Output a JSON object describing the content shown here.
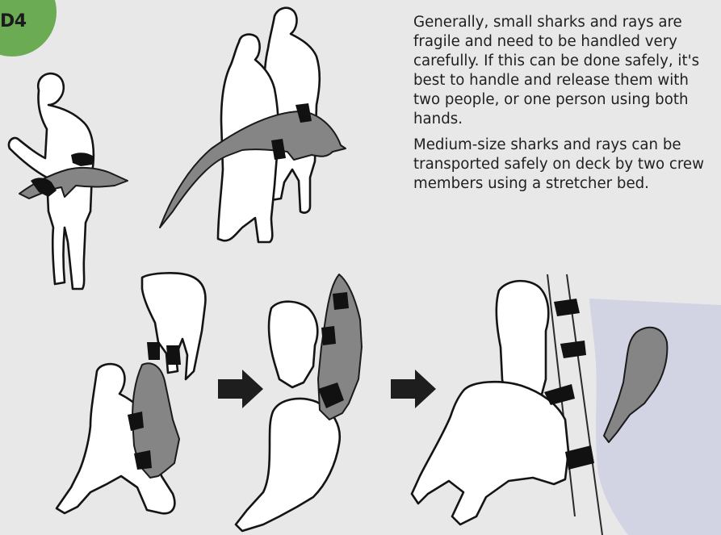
{
  "badge": {
    "label": "D4",
    "color": "#6aab54"
  },
  "text": {
    "paragraph1": [
      "Generally, small sharks and rays are",
      "fragile and need to be handled very",
      "carefully.  If this can be done safely, it's",
      "best to handle and release them with",
      "two people, or one person using both",
      "hands."
    ],
    "paragraph2": [
      "Medium-size sharks and rays can be",
      "transported safely on deck by two crew",
      "members using a stretcher bed."
    ]
  },
  "colors": {
    "background": "#e9e8e9",
    "water": "#d2d4e4",
    "shark": "#858585",
    "glove": "#111111"
  },
  "icons": [
    "arrow-right-icon",
    "arrow-right-icon"
  ]
}
